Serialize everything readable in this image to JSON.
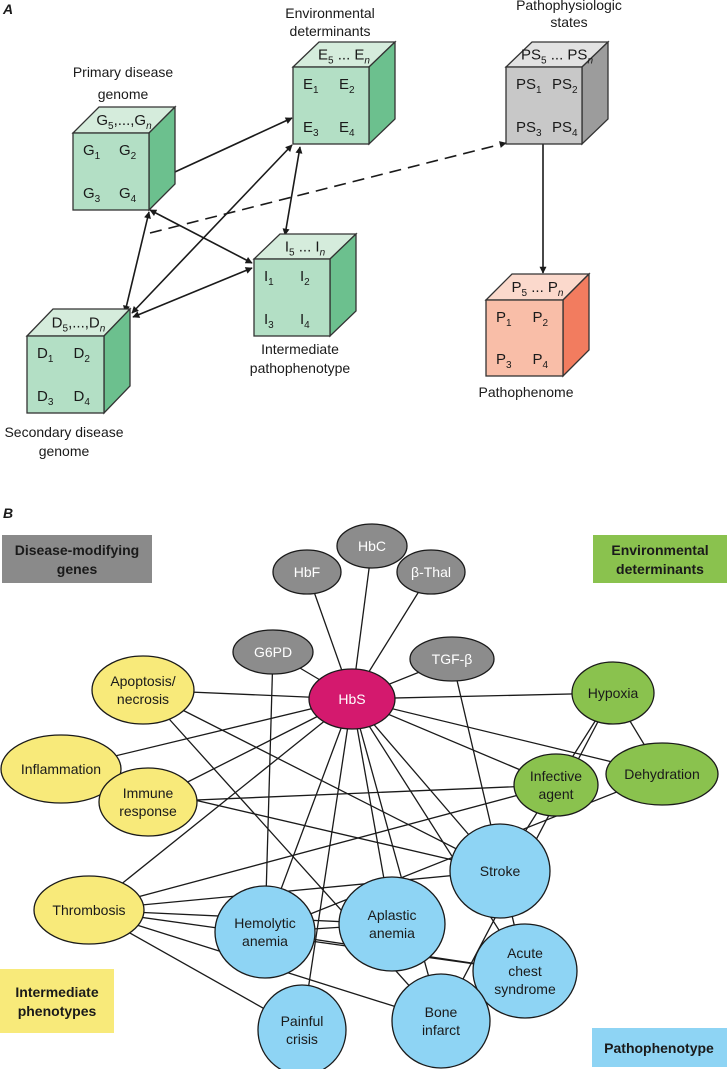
{
  "panel_a": {
    "letter": "A",
    "cubes": [
      {
        "id": "G",
        "caption": [
          "Primary disease",
          "genome"
        ],
        "top": {
          "base": "G",
          "first": "5",
          "sep": ",...,",
          "last": "n"
        },
        "cells": [
          [
            "G",
            "1"
          ],
          [
            "G",
            "2"
          ],
          [
            "G",
            "3"
          ],
          [
            "G",
            "4"
          ]
        ],
        "color": "green"
      },
      {
        "id": "E",
        "caption": [
          "Environmental",
          "determinants"
        ],
        "top": {
          "base": "E",
          "first": "5",
          "sep": " ... ",
          "last": "n"
        },
        "cells": [
          [
            "E",
            "1"
          ],
          [
            "E",
            "2"
          ],
          [
            "E",
            "3"
          ],
          [
            "E",
            "4"
          ]
        ],
        "color": "green"
      },
      {
        "id": "PS",
        "caption": [
          "Pathophysiologic",
          "states"
        ],
        "top": {
          "base": "PS",
          "first": "5",
          "sep": " ... ",
          "last": "n"
        },
        "cells": [
          [
            "PS",
            "1"
          ],
          [
            "PS",
            "2"
          ],
          [
            "PS",
            "3"
          ],
          [
            "PS",
            "4"
          ]
        ],
        "color": "gray"
      },
      {
        "id": "I",
        "caption": [
          "Intermediate",
          "pathophenotype"
        ],
        "top": {
          "base": "I",
          "first": "5",
          "sep": " ... ",
          "last": "n"
        },
        "cells": [
          [
            "I",
            "1"
          ],
          [
            "I",
            "2"
          ],
          [
            "I",
            "3"
          ],
          [
            "I",
            "4"
          ]
        ],
        "color": "green"
      },
      {
        "id": "D",
        "caption": [
          "Secondary disease",
          "genome"
        ],
        "top": {
          "base": "D",
          "first": "5",
          "sep": ",...,",
          "last": "n"
        },
        "cells": [
          [
            "D",
            "1"
          ],
          [
            "D",
            "2"
          ],
          [
            "D",
            "3"
          ],
          [
            "D",
            "4"
          ]
        ],
        "color": "green"
      },
      {
        "id": "P",
        "caption": [
          "Pathophenome"
        ],
        "top": {
          "base": "P",
          "first": "5",
          "sep": " ... ",
          "last": "n"
        },
        "cells": [
          [
            "P",
            "1"
          ],
          [
            "P",
            "2"
          ],
          [
            "P",
            "3"
          ],
          [
            "P",
            "4"
          ]
        ],
        "color": "salmon"
      }
    ],
    "connections": [
      {
        "from": "G",
        "to": "E",
        "style": "bidirectional"
      },
      {
        "from": "G",
        "to": "I",
        "style": "bidirectional"
      },
      {
        "from": "G",
        "to": "D",
        "style": "bidirectional"
      },
      {
        "from": "E",
        "to": "D",
        "style": "bidirectional"
      },
      {
        "from": "E",
        "to": "I",
        "style": "bidirectional"
      },
      {
        "from": "I",
        "to": "D",
        "style": "bidirectional"
      },
      {
        "from": "D",
        "to": "PS",
        "style": "dashed"
      },
      {
        "from": "PS",
        "to": "P",
        "style": "directed"
      }
    ]
  },
  "panel_b": {
    "letter": "B",
    "legends": {
      "genes": [
        "Disease-modifying",
        "genes"
      ],
      "environment": [
        "Environmental",
        "determinants"
      ],
      "intermediate": [
        "Intermediate",
        "phenotypes"
      ],
      "pathophenotype": [
        "Pathophenotype"
      ]
    },
    "colors": {
      "genes": "#8c8c8c",
      "genes_legend": "#8a8a8a",
      "hub": "#d4196e",
      "environment": "#8ac24e",
      "intermediate": "#f8ea7a",
      "pathophenotype": "#8ed4f4"
    },
    "nodes": [
      {
        "id": "HbS",
        "lines": [
          "HbS"
        ],
        "group": "hub"
      },
      {
        "id": "HbF",
        "lines": [
          "HbF"
        ],
        "group": "genes"
      },
      {
        "id": "HbC",
        "lines": [
          "HbC"
        ],
        "group": "genes"
      },
      {
        "id": "bThal",
        "lines": [
          "β-Thal"
        ],
        "group": "genes"
      },
      {
        "id": "G6PD",
        "lines": [
          "G6PD"
        ],
        "group": "genes"
      },
      {
        "id": "TGFb",
        "lines": [
          "TGF-β"
        ],
        "group": "genes"
      },
      {
        "id": "Apoptosis",
        "lines": [
          "Apoptosis/",
          "necrosis"
        ],
        "group": "intermediate"
      },
      {
        "id": "Inflammation",
        "lines": [
          "Inflammation"
        ],
        "group": "intermediate"
      },
      {
        "id": "Immune",
        "lines": [
          "Immune",
          "response"
        ],
        "group": "intermediate"
      },
      {
        "id": "Thrombosis",
        "lines": [
          "Thrombosis"
        ],
        "group": "intermediate"
      },
      {
        "id": "Hypoxia",
        "lines": [
          "Hypoxia"
        ],
        "group": "environment"
      },
      {
        "id": "Dehydration",
        "lines": [
          "Dehydration"
        ],
        "group": "environment"
      },
      {
        "id": "Infective",
        "lines": [
          "Infective",
          "agent"
        ],
        "group": "environment"
      },
      {
        "id": "Stroke",
        "lines": [
          "Stroke"
        ],
        "group": "pathophenotype"
      },
      {
        "id": "Hemolytic",
        "lines": [
          "Hemolytic",
          "anemia"
        ],
        "group": "pathophenotype"
      },
      {
        "id": "Aplastic",
        "lines": [
          "Aplastic",
          "anemia"
        ],
        "group": "pathophenotype"
      },
      {
        "id": "ACS",
        "lines": [
          "Acute",
          "chest",
          "syndrome"
        ],
        "group": "pathophenotype"
      },
      {
        "id": "Painful",
        "lines": [
          "Painful",
          "crisis"
        ],
        "group": "pathophenotype"
      },
      {
        "id": "Bone",
        "lines": [
          "Bone",
          "infarct"
        ],
        "group": "pathophenotype"
      }
    ],
    "edges": [
      [
        "HbS",
        "HbF"
      ],
      [
        "HbS",
        "HbC"
      ],
      [
        "HbS",
        "bThal"
      ],
      [
        "HbS",
        "G6PD"
      ],
      [
        "HbS",
        "TGFb"
      ],
      [
        "HbS",
        "Apoptosis"
      ],
      [
        "HbS",
        "Inflammation"
      ],
      [
        "HbS",
        "Immune"
      ],
      [
        "HbS",
        "Thrombosis"
      ],
      [
        "HbS",
        "Hypoxia"
      ],
      [
        "HbS",
        "Dehydration"
      ],
      [
        "HbS",
        "Infective"
      ],
      [
        "HbS",
        "Stroke"
      ],
      [
        "HbS",
        "Hemolytic"
      ],
      [
        "HbS",
        "Aplastic"
      ],
      [
        "HbS",
        "ACS"
      ],
      [
        "HbS",
        "Painful"
      ],
      [
        "HbS",
        "Bone"
      ],
      [
        "G6PD",
        "Hemolytic"
      ],
      [
        "TGFb",
        "ACS"
      ],
      [
        "Apoptosis",
        "Stroke"
      ],
      [
        "Apoptosis",
        "Bone"
      ],
      [
        "Inflammation",
        "Stroke"
      ],
      [
        "Immune",
        "Infective"
      ],
      [
        "Thrombosis",
        "Infective"
      ],
      [
        "Thrombosis",
        "Stroke"
      ],
      [
        "Thrombosis",
        "Aplastic"
      ],
      [
        "Thrombosis",
        "ACS"
      ],
      [
        "Thrombosis",
        "Painful"
      ],
      [
        "Thrombosis",
        "Bone"
      ],
      [
        "Hypoxia",
        "Dehydration"
      ],
      [
        "Hypoxia",
        "Stroke"
      ],
      [
        "Hypoxia",
        "Bone"
      ],
      [
        "Dehydration",
        "Hemolytic"
      ],
      [
        "Hemolytic",
        "Aplastic"
      ],
      [
        "Hemolytic",
        "ACS"
      ]
    ]
  }
}
